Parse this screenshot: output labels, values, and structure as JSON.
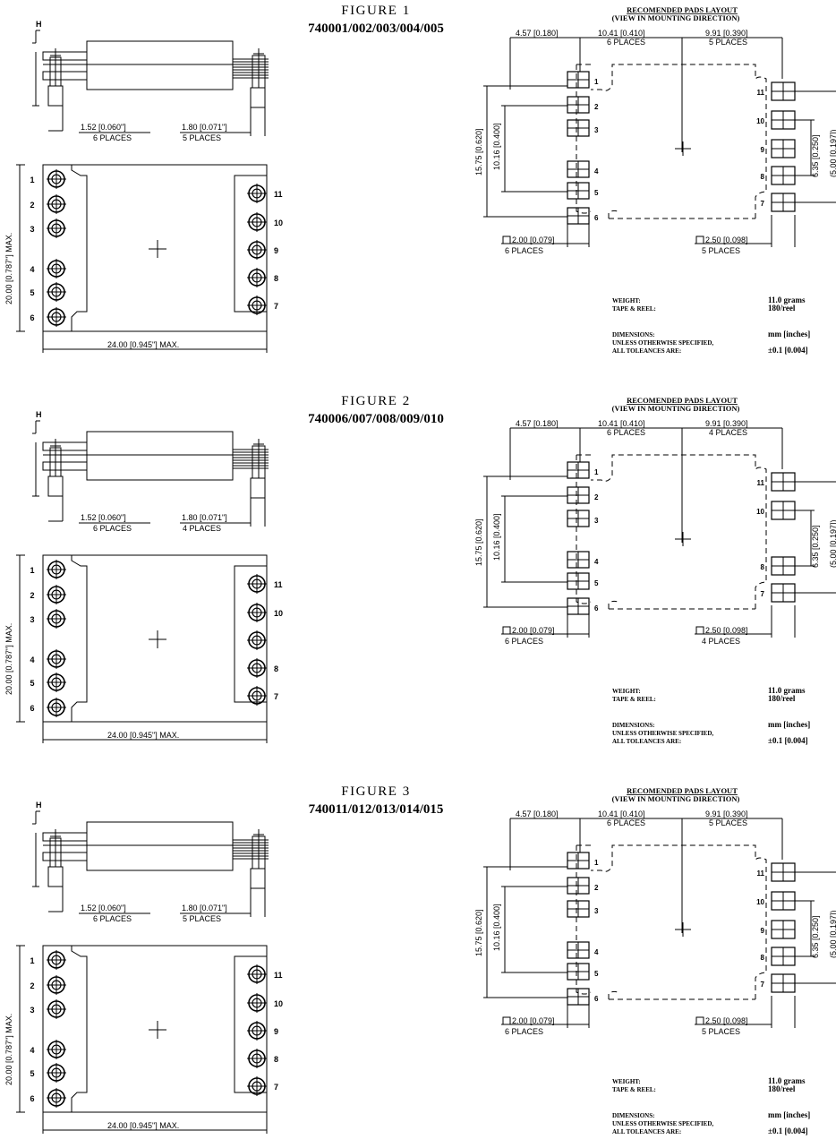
{
  "figures": [
    {
      "figure_title": "FIGURE 1",
      "part_numbers": "740001/002/003/004/005",
      "side_view": {
        "height_label": "H",
        "left_pitch": "1.52 [0.060\"]",
        "left_places": "6 PLACES",
        "right_pitch": "1.80 [0.071\"]",
        "right_places": "5 PLACES"
      },
      "top_view": {
        "width_label": "20.00 [0.787\"] MAX.",
        "length_label": "24.00 [0.945\"] MAX.",
        "left_pins": [
          "1",
          "2",
          "3",
          "4",
          "5",
          "6"
        ],
        "right_pins": [
          "11",
          "10",
          "9",
          "8",
          "7"
        ]
      },
      "pads": {
        "title": "RECOMENDED PADS LAYOUT",
        "subtitle": "(VIEW IN MOUNTING DIRECTION)",
        "dim_offset": "4.57 [0.180]",
        "dim_left_span": "10.41 [0.410]",
        "dim_left_places": "6 PLACES",
        "dim_right_span": "9.91 [0.390]",
        "dim_right_places": "5 PLACES",
        "dim_total_height": "15.75 [0.620]",
        "dim_inner_height": "10.16 [0.400]",
        "dim_right_height": "6.35 [0.250]",
        "dim_right_height_clipped": "(5.00 [0.197])",
        "pad_left_size": "2.00 [0.079]",
        "pad_left_places": "6 PLACES",
        "pad_right_size": "2.50 [0.098]",
        "pad_right_places": "5 PLACES",
        "left_pins": [
          "1",
          "2",
          "3",
          "4",
          "5",
          "6"
        ],
        "right_pins": [
          "11",
          "10",
          "9",
          "8",
          "7"
        ]
      },
      "specs": {
        "weight_label": "WEIGHT:",
        "weight_value": "11.0 grams",
        "tape_label": "TAPE & REEL:",
        "tape_value": "180/reel",
        "dims_label": "DIMENSIONS:",
        "dims_value": "mm [inches]",
        "unless_label": "UNLESS OTHERWISE SPECIFIED,",
        "tol_label": "ALL TOLEANCES ARE:",
        "tol_value": "±0.1 [0.004]"
      }
    },
    {
      "figure_title": "FIGURE 2",
      "part_numbers": "740006/007/008/009/010",
      "side_view": {
        "height_label": "H",
        "left_pitch": "1.52 [0.060\"]",
        "left_places": "6 PLACES",
        "right_pitch": "1.80 [0.071\"]",
        "right_places": "4 PLACES"
      },
      "top_view": {
        "width_label": "20.00 [0.787\"] MAX.",
        "length_label": "24.00 [0.945\"] MAX.",
        "left_pins": [
          "1",
          "2",
          "3",
          "4",
          "5",
          "6"
        ],
        "right_pins": [
          "11",
          "10",
          "",
          "8",
          "7"
        ]
      },
      "pads": {
        "title": "RECOMENDED PADS LAYOUT",
        "subtitle": "(VIEW IN MOUNTING DIRECTION)",
        "dim_offset": "4.57 [0.180]",
        "dim_left_span": "10.41 [0.410]",
        "dim_left_places": "6 PLACES",
        "dim_right_span": "9.91 [0.390]",
        "dim_right_places": "4 PLACES",
        "dim_total_height": "15.75 [0.620]",
        "dim_inner_height": "10.16 [0.400]",
        "dim_right_height": "6.35 [0.250]",
        "dim_right_height_clipped": "(5.00 [0.197])",
        "pad_left_size": "2.00 [0.079]",
        "pad_left_places": "6 PLACES",
        "pad_right_size": "2.50 [0.098]",
        "pad_right_places": "4 PLACES",
        "left_pins": [
          "1",
          "2",
          "3",
          "4",
          "5",
          "6"
        ],
        "right_pins": [
          "11",
          "10",
          "",
          "8",
          "7"
        ]
      },
      "specs": {
        "weight_label": "WEIGHT:",
        "weight_value": "11.0 grams",
        "tape_label": "TAPE & REEL:",
        "tape_value": "180/reel",
        "dims_label": "DIMENSIONS:",
        "dims_value": "mm [inches]",
        "unless_label": "UNLESS OTHERWISE SPECIFIED,",
        "tol_label": "ALL TOLEANCES ARE:",
        "tol_value": "±0.1 [0.004]"
      }
    },
    {
      "figure_title": "FIGURE 3",
      "part_numbers": "740011/012/013/014/015",
      "side_view": {
        "height_label": "H",
        "left_pitch": "1.52 [0.060\"]",
        "left_places": "6 PLACES",
        "right_pitch": "1.80 [0.071\"]",
        "right_places": "5 PLACES"
      },
      "top_view": {
        "width_label": "20.00 [0.787\"] MAX.",
        "length_label": "24.00 [0.945\"] MAX.",
        "left_pins": [
          "1",
          "2",
          "3",
          "4",
          "5",
          "6"
        ],
        "right_pins": [
          "11",
          "10",
          "9",
          "8",
          "7"
        ]
      },
      "pads": {
        "title": "RECOMENDED PADS LAYOUT",
        "subtitle": "(VIEW IN MOUNTING DIRECTION)",
        "dim_offset": "4.57 [0.180]",
        "dim_left_span": "10.41 [0.410]",
        "dim_left_places": "6 PLACES",
        "dim_right_span": "9.91 [0.390]",
        "dim_right_places": "5 PLACES",
        "dim_total_height": "15.75 [0.620]",
        "dim_inner_height": "10.16 [0.400]",
        "dim_right_height": "6.35 [0.250]",
        "dim_right_height_clipped": "(5.00 [0.197])",
        "pad_left_size": "2.00 [0.079]",
        "pad_left_places": "6 PLACES",
        "pad_right_size": "2.50 [0.098]",
        "pad_right_places": "5 PLACES",
        "left_pins": [
          "1",
          "2",
          "3",
          "4",
          "5",
          "6"
        ],
        "right_pins": [
          "11",
          "10",
          "9",
          "8",
          "7"
        ]
      },
      "specs": {
        "weight_label": "WEIGHT:",
        "weight_value": "11.0 grams",
        "tape_label": "TAPE & REEL:",
        "tape_value": "180/reel",
        "dims_label": "DIMENSIONS:",
        "dims_value": "mm [inches]",
        "unless_label": "UNLESS OTHERWISE SPECIFIED,",
        "tol_label": "ALL TOLEANCES ARE:",
        "tol_value": "±0.1 [0.004]"
      }
    }
  ]
}
